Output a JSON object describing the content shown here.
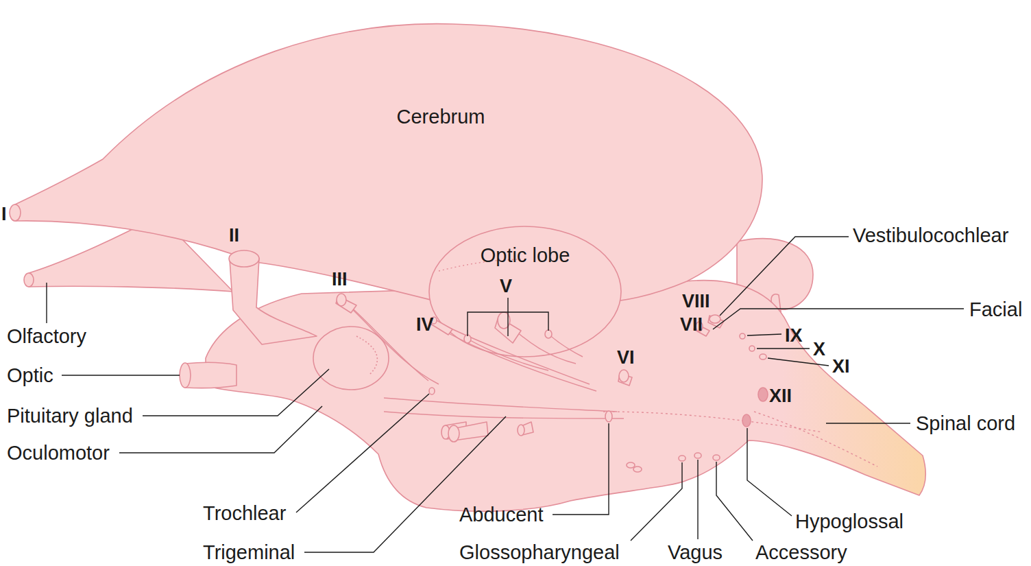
{
  "diagram": {
    "labels": [
      "Cerebrum",
      "Optic lobe",
      "I",
      "II",
      "III",
      "IV",
      "V",
      "VI",
      "VIII",
      "VII",
      "IX",
      "X",
      "XI",
      "XII",
      "Olfactory",
      "Optic",
      "Pituitary gland",
      "Oculomotor",
      "Trochlear",
      "Trigeminal",
      "Abducent",
      "Glossopharyngeal",
      "Vagus",
      "Accessory",
      "Hypoglossal",
      "Spinal cord",
      "Vestibulocochlear",
      "Facial"
    ]
  }
}
